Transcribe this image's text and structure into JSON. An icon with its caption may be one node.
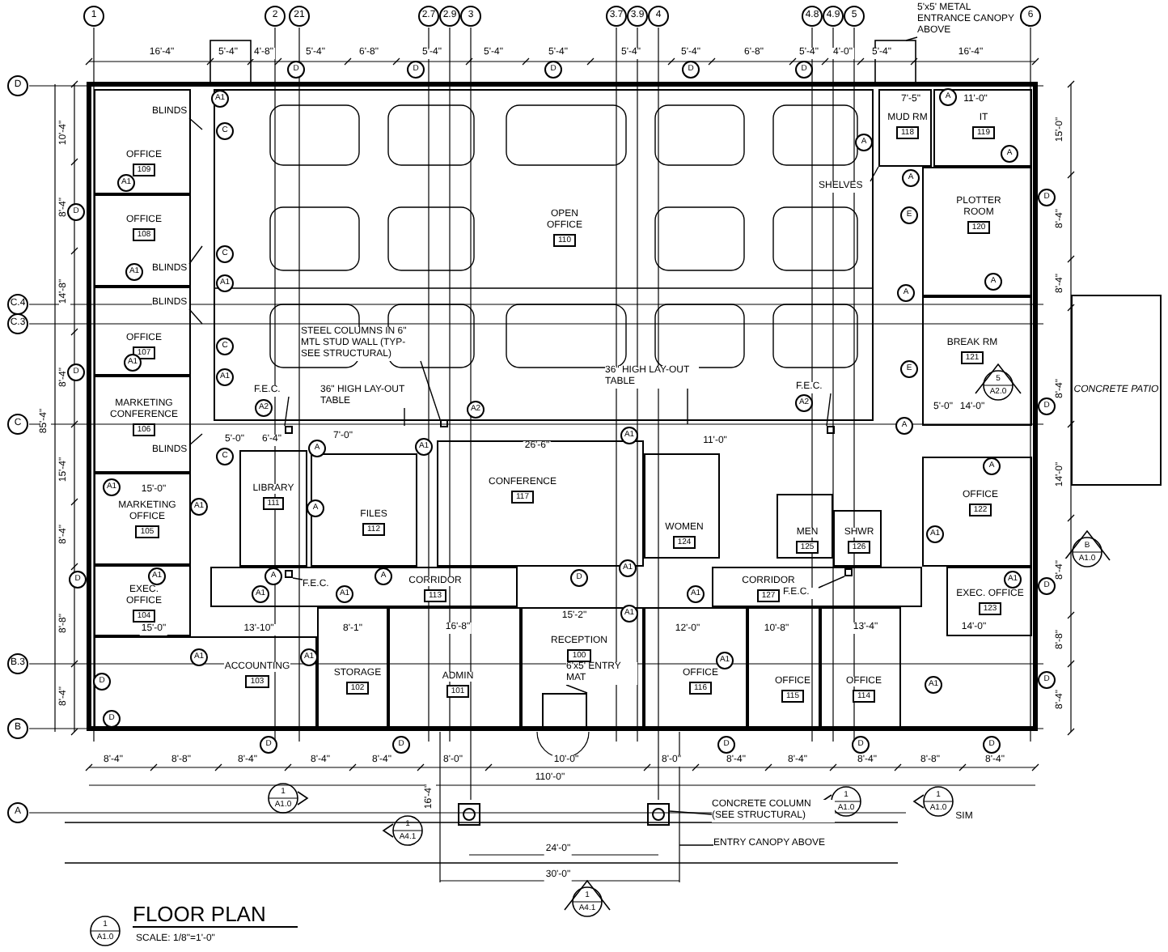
{
  "diagram": {
    "title": "FLOOR PLAN",
    "caption": "SCALE: 1/8\"=1'-0\"",
    "nodes": [
      {
        "text": [
          "OFFICE",
          "109"
        ]
      },
      {
        "text": [
          "OFFICE",
          "108"
        ]
      },
      {
        "text": [
          "OFFICE",
          "107"
        ]
      },
      {
        "text": [
          "MARKETING CONFERENCE",
          "106"
        ]
      },
      {
        "text": [
          "MARKETING OFFICE",
          "105"
        ]
      },
      {
        "text": [
          "EXEC. OFFICE",
          "104"
        ]
      },
      {
        "text": [
          "ACCOUNTING",
          "103"
        ]
      },
      {
        "text": [
          "STORAGE",
          "102"
        ]
      },
      {
        "text": [
          "ADMIN",
          "101"
        ]
      },
      {
        "text": [
          "LIBRARY",
          "111"
        ]
      },
      {
        "text": [
          "FILES",
          "112"
        ]
      },
      {
        "text": [
          "CORRIDOR",
          "113"
        ]
      },
      {
        "text": [
          "CONFERENCE",
          "117"
        ]
      },
      {
        "text": [
          "RECEPTION",
          "100"
        ]
      },
      {
        "text": [
          "WOMEN",
          "124"
        ]
      },
      {
        "text": [
          "MEN",
          "125"
        ]
      },
      {
        "text": [
          "SHWR",
          "126"
        ]
      },
      {
        "text": [
          "CORRIDOR",
          "127"
        ]
      },
      {
        "text": [
          "OFFICE",
          "116"
        ]
      },
      {
        "text": [
          "OFFICE",
          "115"
        ]
      },
      {
        "text": [
          "OFFICE",
          "114"
        ]
      },
      {
        "text": [
          "OPEN OFFICE",
          "110"
        ]
      },
      {
        "text": [
          "MUD RM",
          "118"
        ]
      },
      {
        "text": [
          "IT",
          "119"
        ]
      },
      {
        "text": [
          "PLOTTER ROOM",
          "120"
        ]
      },
      {
        "text": [
          "BREAK RM",
          "121"
        ]
      },
      {
        "text": [
          "OFFICE",
          "122"
        ]
      },
      {
        "text": [
          "EXEC. OFFICE",
          "123"
        ]
      },
      {
        "text": [
          "5'x5' METAL ENTRANCE CANOPY ABOVE"
        ]
      },
      {
        "text": [
          "STEEL COLUMNS IN 6\" MTL STUD WALL (TYP-SEE STRUCTURAL)"
        ],
        "in": 21
      },
      {
        "text": [
          "36\" HIGH LAY-OUT TABLE"
        ],
        "in": 21
      },
      {
        "text": [
          "36\" HIGH LAY-OUT TABLE"
        ],
        "in": 21
      },
      {
        "text": [
          "SHELVES"
        ],
        "in": 21
      },
      {
        "text": [
          "BLINDS"
        ],
        "in": 0
      },
      {
        "text": [
          "BLINDS"
        ],
        "in": 1
      },
      {
        "text": [
          "BLINDS"
        ],
        "in": 2
      },
      {
        "text": [
          "BLINDS"
        ],
        "in": 3
      },
      {
        "text": [
          "F.E.C."
        ],
        "in": 21
      },
      {
        "text": [
          "F.E.C."
        ],
        "in": 11
      },
      {
        "text": [
          "F.E.C."
        ],
        "in": 21
      },
      {
        "text": [
          "F.E.C."
        ],
        "in": 17
      },
      {
        "text": [
          "6'x5' ENTRY MAT"
        ],
        "in": 13
      },
      {
        "text": [
          "CONCRETE COLUMN (SEE STRUCTURAL)"
        ]
      },
      {
        "text": [
          "ENTRY CANOPY ABOVE"
        ]
      },
      {
        "text": [
          "CONCRETE PATIO"
        ]
      },
      {
        "text": [],
        "shape": "box",
        "in": 13
      },
      {
        "text": [],
        "shape": "box"
      },
      {
        "text": [],
        "shape": "box"
      },
      {
        "text": [],
        "shape": "box"
      },
      {
        "text": [],
        "shape": "box",
        "in": 11
      },
      {
        "text": [],
        "shape": "box"
      },
      {
        "text": [],
        "shape": "box",
        "in": 17
      },
      {
        "text": [],
        "shape": "box"
      }
    ],
    "edges": [
      {
        "from": 28,
        "to": null,
        "arrow": "none"
      },
      {
        "from": 29,
        "to": 52,
        "arrow": "none"
      },
      {
        "from": 30,
        "to": null,
        "arrow": "none"
      },
      {
        "from": 31,
        "to": null,
        "arrow": "none"
      },
      {
        "from": 32,
        "to": 22,
        "arrow": "none"
      },
      {
        "from": 33,
        "to": null,
        "arrow": "none"
      },
      {
        "from": 34,
        "to": null,
        "arrow": "none"
      },
      {
        "from": 35,
        "to": null,
        "arrow": "none"
      },
      {
        "from": 36,
        "to": null,
        "arrow": "none"
      },
      {
        "from": 37,
        "to": 48,
        "arrow": "none"
      },
      {
        "from": 38,
        "to": 49,
        "arrow": "none"
      },
      {
        "from": 39,
        "to": 50,
        "arrow": "none"
      },
      {
        "from": 40,
        "to": 51,
        "arrow": "none"
      },
      {
        "from": 41,
        "to": 45,
        "arrow": "none"
      },
      {
        "from": 42,
        "to": 47,
        "arrow": "none"
      },
      {
        "from": 43,
        "to": null,
        "arrow": "none"
      }
    ],
    "labels": [
      "1",
      "2",
      "21",
      "2.7",
      "2.9",
      "3",
      "3.7",
      "3.9",
      "4",
      "4.8",
      "4.9",
      "5",
      "6",
      "D",
      "C.4",
      "C.3",
      "C",
      "B.3",
      "B",
      "A",
      "16'-4\"",
      "5'-4\"",
      "4'-8\"",
      "5'-4\"",
      "6'-8\"",
      "5'-4\"",
      "5'-4\"",
      "5'-4\"",
      "5'-4\"",
      "5'-4\"",
      "6'-8\"",
      "5'-4\"",
      "4'-0\"",
      "5'-4\"",
      "16'-4\"",
      "10'-4\"",
      "8'-4\"",
      "14'-8\"",
      "8'-4\"",
      "15'-4\"",
      "8'-4\"",
      "8'-8\"",
      "8'-4\"",
      "85'-4\"",
      "15'-0\"",
      "8'-4\"",
      "8'-4\"",
      "8'-4\"",
      "14'-0\"",
      "8'-4\"",
      "8'-8\"",
      "8'-4\"",
      "8'-4\"",
      "8'-8\"",
      "8'-4\"",
      "8'-4\"",
      "8'-4\"",
      "8'-0\"",
      "10'-0\"",
      "8'-0\"",
      "8'-4\"",
      "8'-4\"",
      "8'-4\"",
      "8'-8\"",
      "8'-4\"",
      "110'-0\"",
      "24'-0\"",
      "30'-0\"",
      "16'-4\"",
      "15'-0\"",
      "15'-0\"",
      "13'-10\"",
      "8'-1\"",
      "16'-8\"",
      "15'-2\"",
      "12'-0\"",
      "10'-8\"",
      "13'-4\"",
      "14'-0\"",
      "26'-6\"",
      "11'-0\"",
      "5'-0\"",
      "14'-0\"",
      "7'-5\"",
      "11'-0\"",
      "7'-0\"",
      "5'-0\"",
      "6'-4\"",
      "A1",
      "A1",
      "A1",
      "A1",
      "C",
      "A1",
      "C",
      "A1",
      "C",
      "D",
      "D",
      "A",
      "A2",
      "C",
      "A1",
      "A1",
      "A",
      "A1",
      "A",
      "A",
      "A1",
      "A1",
      "A1",
      "A1",
      "D",
      "D",
      "D",
      "D",
      "D",
      "D",
      "D",
      "D",
      "D",
      "A",
      "A",
      "A",
      "A",
      "E",
      "A",
      "A",
      "E",
      "A2",
      "A",
      "A",
      "D",
      "D",
      "D",
      "D",
      "A1",
      "A1",
      "A1",
      "A1",
      "A2",
      "A1",
      "D",
      "A1",
      "A1",
      "A1",
      "A1",
      "D",
      "D",
      "D",
      "D",
      "1",
      "A1.0",
      "1",
      "A4.1",
      "1",
      "A4.1",
      "1",
      "A1.0",
      "1",
      "A1.0",
      "B",
      "A1.0",
      "5",
      "A2.0",
      "SIM",
      "1",
      "A1.0"
    ]
  }
}
